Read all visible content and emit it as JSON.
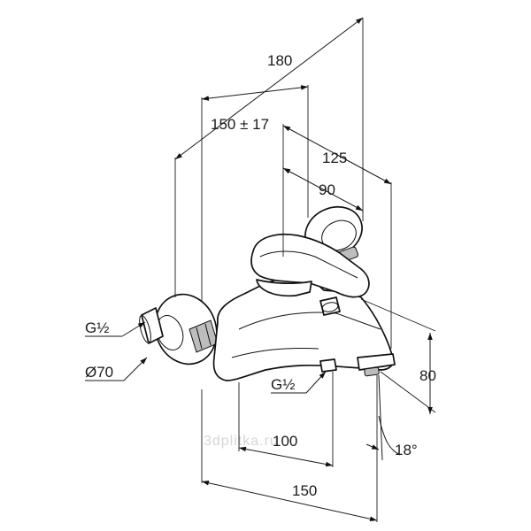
{
  "dimensions": {
    "width_total": "180",
    "projection_range": "150 ± 17",
    "depth_handle": "125",
    "depth_spout": "90",
    "height_spout": "80",
    "center_distance": "100",
    "width_base": "150",
    "angle": "18°"
  },
  "callouts": {
    "inlet_thread_left": "G½",
    "escutcheon_diameter": "Ø70",
    "outlet_thread": "G½"
  },
  "watermark": "3dplitka.ru"
}
